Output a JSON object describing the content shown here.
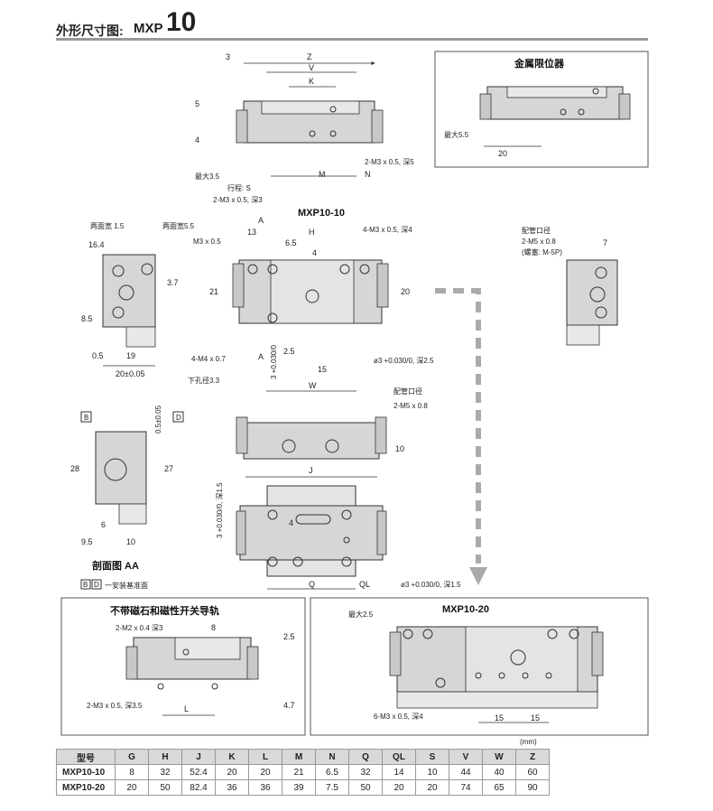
{
  "header": {
    "prefix": "外形尺寸图:",
    "model": "MXP",
    "size": "10"
  },
  "panels": {
    "stopper_title": "金属限位器",
    "no_magnet_title": "不带磁石和磁性开关导轨",
    "mxp10_10_title": "MXP10-10",
    "mxp10_20_title": "MXP10-20",
    "section_title": "剖面图 AA",
    "datum_note": "一安装基准面",
    "datum_b": "B",
    "datum_d": "D"
  },
  "labels": {
    "top": {
      "z": "Z",
      "v": "V",
      "k": "K",
      "dim3": "3",
      "dim5": "5",
      "dim4": "4",
      "max35": "最大3.5",
      "m": "M",
      "n": "N",
      "stroke": "行程: S",
      "m3_depth3": "2-M3 x 0.5, 深3",
      "m3_depth5": "2-M3 x 0.5, 深5"
    },
    "stopper": {
      "max55": "最大5.5",
      "dim20": "20"
    },
    "side_left": {
      "width15": "两面宽 1.5",
      "width55": "两面宽5.5",
      "d164": "16.4",
      "d37": "3.7",
      "d85": "8.5",
      "d05": "0.5",
      "d19": "19",
      "d20": "20±0.05"
    },
    "main": {
      "a": "A",
      "d13": "13",
      "h": "H",
      "m3x05": "M3 x 0.5",
      "d65": "6.5",
      "d4": "4",
      "m3_depth4": "4-M3 x 0.5, 深4",
      "d21": "21",
      "d20": "20",
      "m4": "4-M4 x 0.7",
      "hole33": "下孔径3.3",
      "d25": "2.5",
      "d15": "15",
      "pin3": "ø3 +0.030/0, 深2.5",
      "w": "W",
      "d3tol": "3 +0.030/0"
    },
    "right_side": {
      "port": "配管口径",
      "m5": "2-M5 x 0.8",
      "plug": "(螺塞: M-5P)",
      "d7": "7"
    },
    "front": {
      "port": "配管口径",
      "m5": "2-M5 x 0.8",
      "d10": "10",
      "j": "J"
    },
    "section": {
      "d28": "28",
      "d27": "27",
      "d6": "6",
      "d95": "9.5",
      "d10": "10",
      "d05": "0.5±0.05"
    },
    "bottom": {
      "d3tol": "3 +0.030/0, 深1.5",
      "d4": "4",
      "q": "Q",
      "ql": "QL",
      "pin": "ø3 +0.030/0, 深1.5"
    },
    "no_magnet": {
      "m2": "2-M2 x 0.4 深3",
      "d8": "8",
      "d25": "2.5",
      "d47": "4.7",
      "m3": "2-M3 x 0.5, 深3.5",
      "l": "L"
    },
    "mxp20": {
      "max25": "最大2.5",
      "m3": "6-M3 x 0.5, 深4",
      "d15a": "15",
      "d15b": "15"
    }
  },
  "table": {
    "unit": "(mm)",
    "headers": [
      "型号",
      "G",
      "H",
      "J",
      "K",
      "L",
      "M",
      "N",
      "Q",
      "QL",
      "S",
      "V",
      "W",
      "Z"
    ],
    "rows": [
      [
        "MXP10-10",
        "8",
        "32",
        "52.4",
        "20",
        "20",
        "21",
        "6.5",
        "32",
        "14",
        "10",
        "44",
        "40",
        "60"
      ],
      [
        "MXP10-20",
        "20",
        "50",
        "82.4",
        "36",
        "36",
        "39",
        "7.5",
        "50",
        "20",
        "20",
        "74",
        "65",
        "90"
      ]
    ]
  },
  "colors": {
    "body": "#d4d4d4",
    "outline": "#333333",
    "rule": "#999999",
    "arrow": "#aaaaaa"
  }
}
